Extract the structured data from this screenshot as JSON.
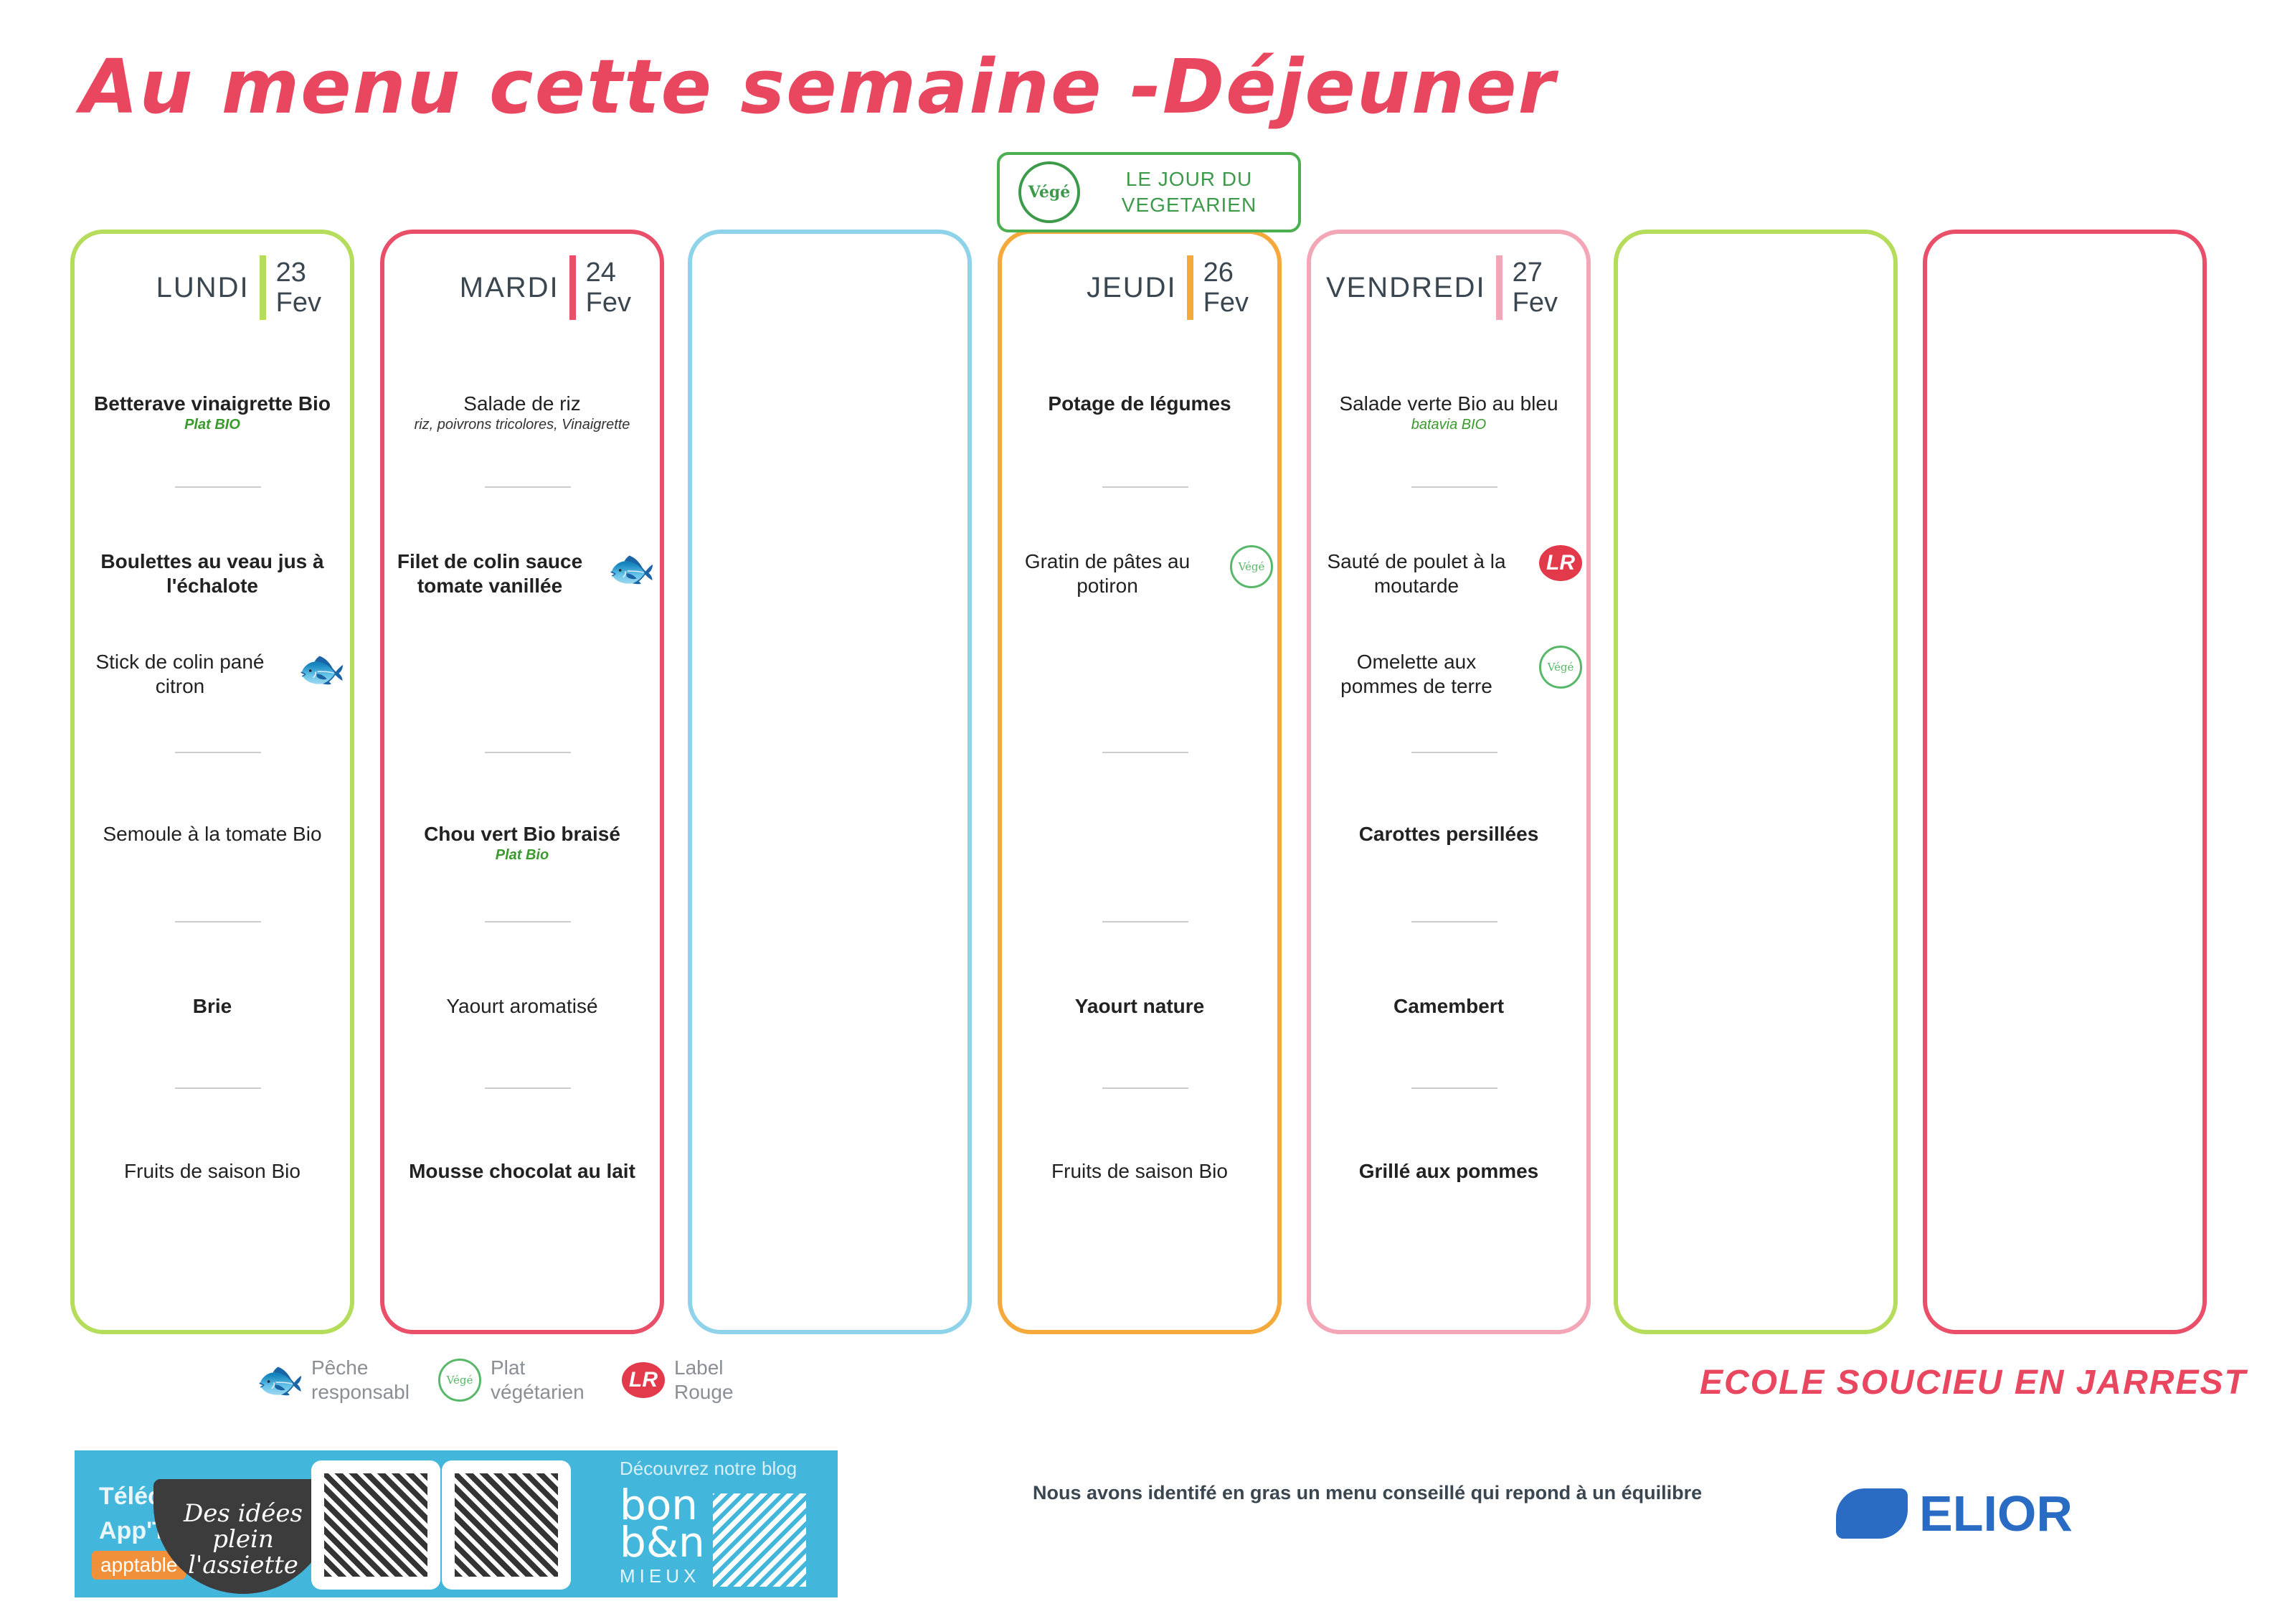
{
  "title": "Au menu cette semaine -Déjeuner",
  "vege_banner": {
    "badge": "Végé",
    "line1": "LE JOUR DU",
    "line2": "VEGETARIEN"
  },
  "colors": {
    "green": "#b5dd5b",
    "red": "#ea4f6a",
    "blue": "#8fd3ea",
    "orange": "#f5a93a",
    "pink": "#f3a6b5"
  },
  "days": [
    {
      "day": "LUNDI",
      "num": "23",
      "month": "Fev",
      "color": "#b5dd5b",
      "bar": "#b5dd5b",
      "items": [
        {
          "text": "Betterave vinaigrette Bio",
          "sub": "Plat BIO",
          "bold": true,
          "slot": 0
        },
        {
          "text": "Boulettes au veau jus à l'échalote",
          "bold": true,
          "slot": 1
        },
        {
          "text": "Stick de colin pané citron",
          "icon": "fish",
          "slot": 2
        },
        {
          "text": "Semoule à la tomate Bio",
          "slot": 3
        },
        {
          "text": "Brie",
          "bold": true,
          "slot": 4
        },
        {
          "text": "Fruits de saison Bio",
          "slot": 5
        }
      ]
    },
    {
      "day": "MARDI",
      "num": "24",
      "month": "Fev",
      "color": "#ea4f6a",
      "bar": "#ea4f6a",
      "items": [
        {
          "text": "Salade de riz",
          "sub": "riz, poivrons tricolores, Vinaigrette",
          "subBlack": true,
          "slot": 0
        },
        {
          "text": "Filet de colin sauce tomate vanillée",
          "bold": true,
          "icon": "fish",
          "slot": 1
        },
        {
          "text": "Chou vert Bio braisé",
          "sub": "Plat Bio",
          "bold": true,
          "slot": 3
        },
        {
          "text": "Yaourt aromatisé",
          "slot": 4
        },
        {
          "text": "Mousse chocolat au lait",
          "bold": true,
          "slot": 5
        }
      ]
    },
    {
      "day": "",
      "num": "",
      "month": "",
      "color": "#8fd3ea",
      "items": []
    },
    {
      "day": "JEUDI",
      "num": "26",
      "month": "Fev",
      "color": "#f5a93a",
      "bar": "#f5a93a",
      "items": [
        {
          "text": "Potage de légumes",
          "bold": true,
          "slot": 0
        },
        {
          "text": "Gratin de pâtes au potiron",
          "icon": "vege",
          "slot": 1
        },
        {
          "text": "Yaourt nature",
          "bold": true,
          "slot": 4
        },
        {
          "text": "Fruits de saison Bio",
          "slot": 5
        }
      ]
    },
    {
      "day": "VENDREDI",
      "num": "27",
      "month": "Fev",
      "color": "#f3a6b5",
      "bar": "#f3a6b5",
      "items": [
        {
          "text": "Salade verte Bio au bleu",
          "sub": "batavia BIO",
          "slot": 0
        },
        {
          "text": "Sauté de poulet à la moutarde",
          "icon": "label-rouge",
          "slot": 1
        },
        {
          "text": "Omelette aux pommes de terre",
          "icon": "vege",
          "slot": 2
        },
        {
          "text": "Carottes persillées",
          "bold": true,
          "slot": 3
        },
        {
          "text": "Camembert",
          "bold": true,
          "slot": 4
        },
        {
          "text": "Grillé aux pommes",
          "bold": true,
          "slot": 5
        }
      ]
    },
    {
      "day": "",
      "num": "",
      "month": "",
      "color": "#b5dd5b",
      "items": []
    },
    {
      "day": "",
      "num": "",
      "month": "",
      "color": "#ea4f6a",
      "items": []
    }
  ],
  "icon_labels": {
    "vege": "Végé",
    "label-rouge": "LR"
  },
  "legend": [
    {
      "icon": "fish",
      "line1": "Pêche",
      "line2": "responsabl"
    },
    {
      "icon": "vege",
      "line1": "Plat",
      "line2": "végétarien"
    },
    {
      "icon": "label-rouge",
      "line1": "Label",
      "line2": "Rouge"
    }
  ],
  "school": "ECOLE SOUCIEU EN JARREST",
  "note": "Nous avons identifé en gras un menu conseillé qui repond à un équilibre",
  "brand": "ELIOR",
  "promo": {
    "tele": "Téléc",
    "app": "App'T",
    "apptable": "apptable",
    "bowl": "Des idées plein l'assiette",
    "blog": "Découvrez notre blog",
    "bonbon1": "bon",
    "bonbon2": "b&n",
    "mieux": "MIEUX"
  }
}
